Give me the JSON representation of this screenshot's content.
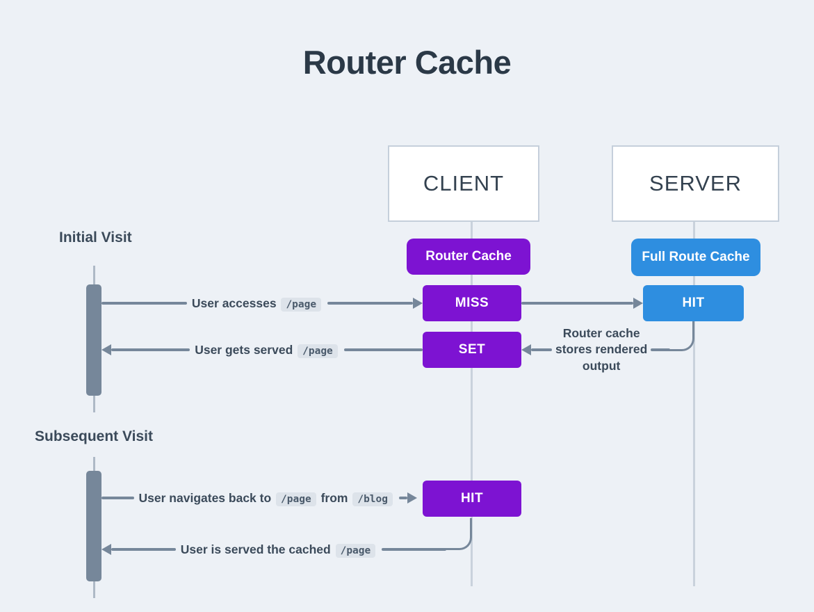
{
  "title": "Router Cache",
  "columns": {
    "client": "CLIENT",
    "server": "SERVER"
  },
  "badges": {
    "client": "Router Cache",
    "server": "Full Route Cache"
  },
  "sections": {
    "initial": "Initial Visit",
    "subsequent": "Subsequent Visit"
  },
  "nodes": {
    "miss": "MISS",
    "server_hit": "HIT",
    "set": "SET",
    "client_hit": "HIT"
  },
  "messages": {
    "accesses": {
      "pre": "User accesses",
      "code": "/page"
    },
    "served": {
      "pre": "User gets served",
      "code": "/page"
    },
    "stores": {
      "line1": "Router cache",
      "line2": "stores rendered",
      "line3": "output"
    },
    "navigates": {
      "pre": "User navigates back to",
      "code1": "/page",
      "mid": "from",
      "code2": "/blog"
    },
    "served_cached": {
      "pre": "User is served the cached",
      "code": "/page"
    }
  },
  "colors": {
    "background": "#edf1f6",
    "heading": "#2b3947",
    "label": "#3b4a5a",
    "purple": "#7d13d2",
    "blue": "#2e8ee0",
    "arrow": "#76879a",
    "lifeline": "#c9d2dc",
    "stem": "#aeb9c6",
    "code_bg": "#dde3ea",
    "code_text": "#4a5a6b",
    "actor_border": "#c5cfdb",
    "actor_bg": "#ffffff"
  }
}
